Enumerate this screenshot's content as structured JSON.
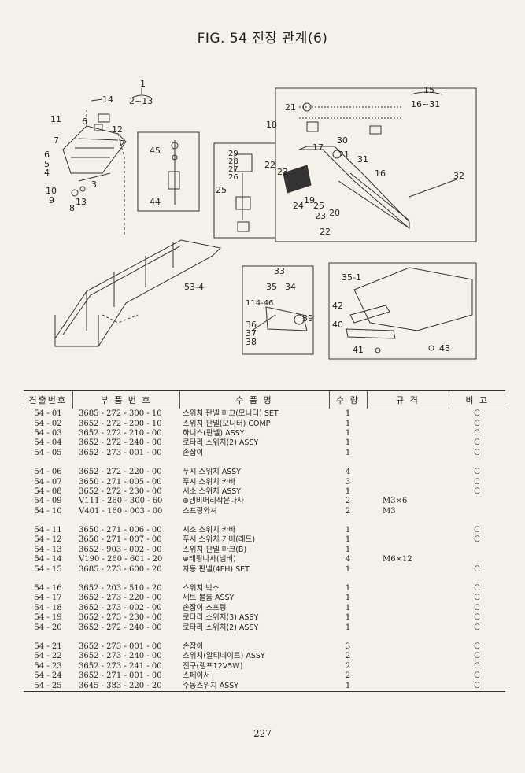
{
  "title": "FIG. 54 전장 관계(6)",
  "page_number": "227",
  "headers": [
    "견출번호",
    "부 품 번 호",
    "수 품 명",
    "수 량",
    "규 격",
    "비 고"
  ],
  "rows": [
    {
      "code": "54 - 01",
      "pn": "3685 - 272 - 300 - 10",
      "name": "스위치 판넬 마크(모니터) SET",
      "qty": "1",
      "spec": "",
      "note": "C"
    },
    {
      "code": "54 - 02",
      "pn": "3652 - 272 - 200 - 10",
      "name": "스위치 판넬(모니터) COMP",
      "qty": "1",
      "spec": "",
      "note": "C"
    },
    {
      "code": "54 - 03",
      "pn": "3652 - 272 - 210 - 00",
      "name": "하니스(판넬) ASSY",
      "qty": "1",
      "spec": "",
      "note": "C"
    },
    {
      "code": "54 - 04",
      "pn": "3652 - 272 - 240 - 00",
      "name": "로타리 스위치(2) ASSY",
      "qty": "1",
      "spec": "",
      "note": "C"
    },
    {
      "code": "54 - 05",
      "pn": "3652 - 273 - 001 - 00",
      "name": "손잡이",
      "qty": "1",
      "spec": "",
      "note": "C"
    },
    {
      "gap": true
    },
    {
      "code": "54 - 06",
      "pn": "3652 - 272 - 220 - 00",
      "name": "푸시 스위치 ASSY",
      "qty": "4",
      "spec": "",
      "note": "C"
    },
    {
      "code": "54 - 07",
      "pn": "3650 - 271 - 005 - 00",
      "name": "푸시 스위치 카바",
      "qty": "3",
      "spec": "",
      "note": "C"
    },
    {
      "code": "54 - 08",
      "pn": "3652 - 272 - 230 - 00",
      "name": "시소 스위치 ASSY",
      "qty": "1",
      "spec": "",
      "note": "C"
    },
    {
      "code": "54 - 09",
      "pn": "V111 - 260 - 300 - 60",
      "name": "⊕냄비머리작은나사",
      "qty": "2",
      "spec": "M3×6",
      "note": ""
    },
    {
      "code": "54 - 10",
      "pn": "V401 - 160 - 003 - 00",
      "name": "스프링와셔",
      "qty": "2",
      "spec": "M3",
      "note": ""
    },
    {
      "gap": true
    },
    {
      "code": "54 - 11",
      "pn": "3650 - 271 - 006 - 00",
      "name": "시소 스위치 카바",
      "qty": "1",
      "spec": "",
      "note": "C"
    },
    {
      "code": "54 - 12",
      "pn": "3650 - 271 - 007 - 00",
      "name": "푸시 스위치 카바(레드)",
      "qty": "1",
      "spec": "",
      "note": "C"
    },
    {
      "code": "54 - 13",
      "pn": "3652 - 903 - 002 - 00",
      "name": "스위치 판넬 마크(B)",
      "qty": "1",
      "spec": "",
      "note": ""
    },
    {
      "code": "54 - 14",
      "pn": "V190 - 260 - 601 - 20",
      "name": "⊕태핑나사(냄비)",
      "qty": "4",
      "spec": "M6×12",
      "note": ""
    },
    {
      "code": "54 - 15",
      "pn": "3685 - 273 - 600 - 20",
      "name": "자동 판넬(4FH) SET",
      "qty": "1",
      "spec": "",
      "note": "C"
    },
    {
      "gap": true
    },
    {
      "code": "54 - 16",
      "pn": "3652 - 203 - 510 - 20",
      "name": "스위치 박스",
      "qty": "1",
      "spec": "",
      "note": "C"
    },
    {
      "code": "54 - 17",
      "pn": "3652 - 273 - 220 - 00",
      "name": "세트 볼륨 ASSY",
      "qty": "1",
      "spec": "",
      "note": "C"
    },
    {
      "code": "54 - 18",
      "pn": "3652 - 273 - 002 - 00",
      "name": "손잡이 스프링",
      "qty": "1",
      "spec": "",
      "note": "C"
    },
    {
      "code": "54 - 19",
      "pn": "3652 - 273 - 230 - 00",
      "name": "로타리 스위치(3) ASSY",
      "qty": "1",
      "spec": "",
      "note": "C"
    },
    {
      "code": "54 - 20",
      "pn": "3652 - 272 - 240 - 00",
      "name": "로타리 스위치(2) ASSY",
      "qty": "1",
      "spec": "",
      "note": "C"
    },
    {
      "gap": true
    },
    {
      "code": "54 - 21",
      "pn": "3652 - 273 - 001 - 00",
      "name": "손잡이",
      "qty": "3",
      "spec": "",
      "note": "C"
    },
    {
      "code": "54 - 22",
      "pn": "3652 - 273 - 240 - 00",
      "name": "스위치(알티네이트) ASSY",
      "qty": "2",
      "spec": "",
      "note": "C"
    },
    {
      "code": "54 - 23",
      "pn": "3652 - 273 - 241 - 00",
      "name": "전구(램프12V5W)",
      "qty": "2",
      "spec": "",
      "note": "C"
    },
    {
      "code": "54 - 24",
      "pn": "3652 - 271 - 001 - 00",
      "name": "스페이서",
      "qty": "2",
      "spec": "",
      "note": "C"
    },
    {
      "code": "54 - 25",
      "pn": "3645 - 383 - 220 - 20",
      "name": "수동스위치 ASSY",
      "qty": "1",
      "spec": "",
      "note": "C"
    }
  ],
  "callouts": [
    {
      "id": "c1",
      "text": "1"
    },
    {
      "id": "c2_13",
      "text": "2~13"
    },
    {
      "id": "c14",
      "text": "14"
    },
    {
      "id": "c11",
      "text": "11"
    },
    {
      "id": "c6",
      "text": "6"
    },
    {
      "id": "c12",
      "text": "12"
    },
    {
      "id": "c7",
      "text": "7"
    },
    {
      "id": "c2",
      "text": "2"
    },
    {
      "id": "c6b",
      "text": "6"
    },
    {
      "id": "c5",
      "text": "5"
    },
    {
      "id": "c4",
      "text": "4"
    },
    {
      "id": "c3",
      "text": "3"
    },
    {
      "id": "c10",
      "text": "10"
    },
    {
      "id": "c9",
      "text": "9"
    },
    {
      "id": "c8",
      "text": "8"
    },
    {
      "id": "c13",
      "text": "13"
    },
    {
      "id": "c45",
      "text": "45"
    },
    {
      "id": "c44",
      "text": "44"
    },
    {
      "id": "c29",
      "text": "29"
    },
    {
      "id": "c28",
      "text": "28"
    },
    {
      "id": "c27",
      "text": "27"
    },
    {
      "id": "c26",
      "text": "26"
    },
    {
      "id": "c25",
      "text": "25"
    },
    {
      "id": "c21a",
      "text": "21"
    },
    {
      "id": "c18",
      "text": "18"
    },
    {
      "id": "c17",
      "text": "17"
    },
    {
      "id": "c30",
      "text": "30"
    },
    {
      "id": "c21b",
      "text": "21"
    },
    {
      "id": "c22a",
      "text": "22"
    },
    {
      "id": "c23a",
      "text": "23"
    },
    {
      "id": "c31",
      "text": "31"
    },
    {
      "id": "c16",
      "text": "16"
    },
    {
      "id": "c32",
      "text": "32"
    },
    {
      "id": "c15",
      "text": "15"
    },
    {
      "id": "c16_31",
      "text": "16~31"
    },
    {
      "id": "c24",
      "text": "24"
    },
    {
      "id": "c19",
      "text": "19"
    },
    {
      "id": "c25b",
      "text": "25"
    },
    {
      "id": "c20",
      "text": "20"
    },
    {
      "id": "c23b",
      "text": "23"
    },
    {
      "id": "c22b",
      "text": "22"
    },
    {
      "id": "c53_4",
      "text": "53-4"
    },
    {
      "id": "c33",
      "text": "33"
    },
    {
      "id": "c35",
      "text": "35"
    },
    {
      "id": "c34",
      "text": "34"
    },
    {
      "id": "c114_46",
      "text": "114-46"
    },
    {
      "id": "c39",
      "text": "39"
    },
    {
      "id": "c36",
      "text": "36"
    },
    {
      "id": "c37",
      "text": "37"
    },
    {
      "id": "c38",
      "text": "38"
    },
    {
      "id": "c35_1",
      "text": "35-1"
    },
    {
      "id": "c42",
      "text": "42"
    },
    {
      "id": "c40",
      "text": "40"
    },
    {
      "id": "c41",
      "text": "41"
    },
    {
      "id": "c43",
      "text": "43"
    }
  ]
}
